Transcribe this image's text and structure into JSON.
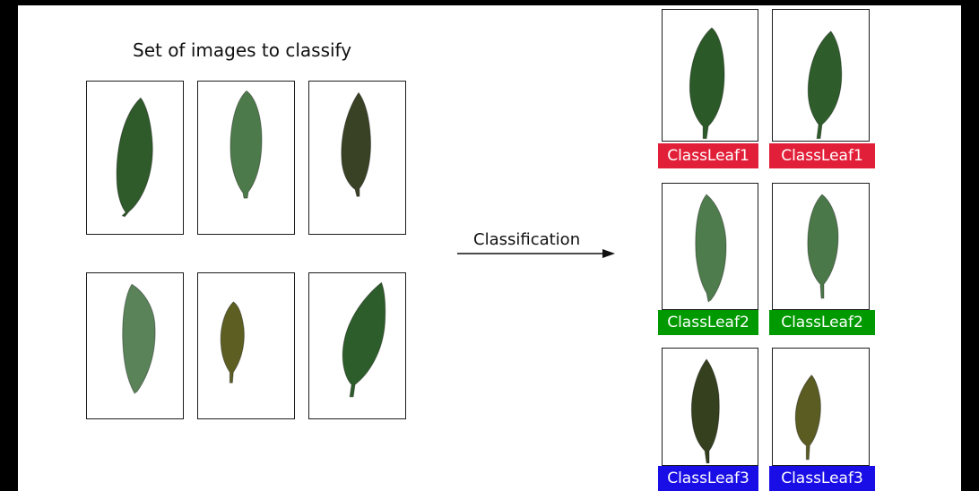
{
  "title": "Set of images to classify",
  "arrow_label": "Classification",
  "input_images": [
    {
      "leaf": "leaf-dark-green",
      "color": "#2f5a2a"
    },
    {
      "leaf": "leaf-slim-green",
      "color": "#4d7a4b"
    },
    {
      "leaf": "leaf-dark-olive",
      "color": "#3a4226"
    },
    {
      "leaf": "leaf-slim-green",
      "color": "#5a835a"
    },
    {
      "leaf": "leaf-olive",
      "color": "#5c5e22"
    },
    {
      "leaf": "leaf-dark-green",
      "color": "#2d5d2a"
    }
  ],
  "classified": [
    {
      "label": "ClassLeaf1",
      "color": "#e21f38",
      "leaves": [
        "#2b5a28",
        "#2e5d2b"
      ]
    },
    {
      "label": "ClassLeaf2",
      "color": "#009a00",
      "leaves": [
        "#4e7c4c",
        "#4b7849"
      ]
    },
    {
      "label": "ClassLeaf3",
      "color": "#1a0ee6",
      "leaves": [
        "#35401f",
        "#5a5c22"
      ]
    }
  ]
}
